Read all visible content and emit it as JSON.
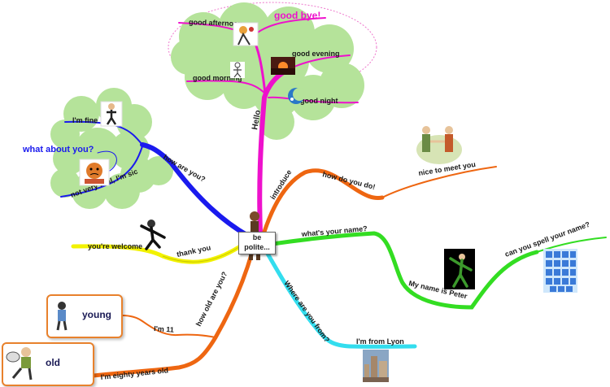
{
  "center": {
    "line1": "be",
    "line2": "polite..."
  },
  "branches": {
    "hello": "Hello",
    "good_afternoon": "good afternoon",
    "good_bye": "good bye!",
    "good_evening": "good evening",
    "good_morning": "good morning",
    "good_night": "good night",
    "how_are_you": "how are you?",
    "im_fine": "I'm fine",
    "what_about_you": "what about you?",
    "not_very_well": "not very well, I'm sic",
    "thank_you": "thank you",
    "youre_welcome": "you're welcome",
    "introduce": "introduce",
    "how_do_you_do": "how do you do!",
    "nice_to_meet_you": "nice to meet you",
    "whats_your_name": "what's your name?",
    "my_name_is_peter": "My name is Peter",
    "can_you_spell": "can you spell your name?",
    "where_are_you_from": "Where are you from?",
    "im_from_lyon": "I'm from Lyon",
    "how_old_are_you": "how old are you?",
    "im_11": "I'm 11",
    "im_eighty": "I'm eighty years old",
    "young": "young",
    "old": "old"
  },
  "colors": {
    "magenta": "#ee11cc",
    "blue": "#1a1aee",
    "yellow": "#f2f200",
    "orange": "#ee6611",
    "green": "#33dd22",
    "cyan": "#33ddee",
    "cloud": "#b5e39a"
  },
  "icons": {
    "afternoon": "cartoon-figure-icon",
    "evening": "sunset-icon",
    "morning": "stick-figure-icon",
    "night": "moon-icon",
    "fine": "man-figure-icon",
    "sick": "sick-figure-icon",
    "welcome": "waving-man-icon",
    "greet": "handshake-icon",
    "peter": "peter-pan-icon",
    "alphabet": "alphabet-blocks-icon",
    "lyon": "city-photo-icon",
    "young": "child-figure-icon",
    "old": "old-man-icon",
    "center": "child-figure-icon"
  }
}
